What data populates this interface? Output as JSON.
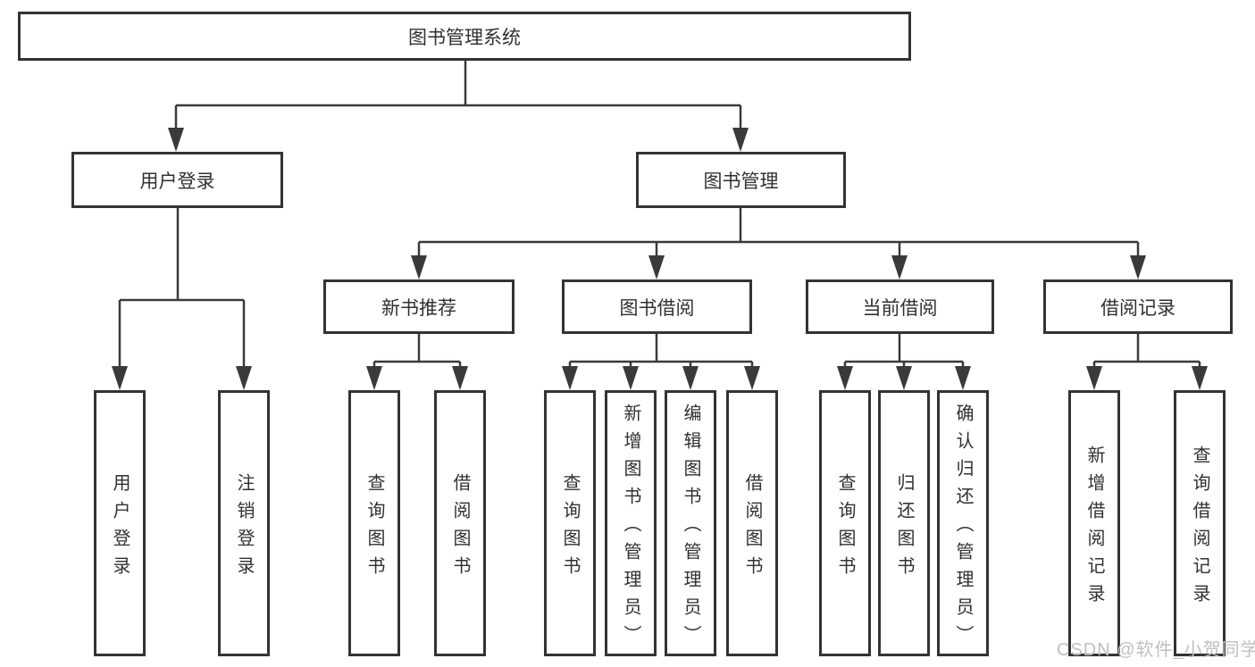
{
  "tree": {
    "root": {
      "label": "图书管理系统"
    },
    "branches": [
      {
        "label": "用户登录",
        "children": [
          {
            "label": "用户登录"
          },
          {
            "label": "注销登录"
          }
        ]
      },
      {
        "label": "图书管理",
        "children": [
          {
            "label": "新书推荐",
            "children": [
              {
                "label": "查询图书"
              },
              {
                "label": "借阅图书"
              }
            ]
          },
          {
            "label": "图书借阅",
            "children": [
              {
                "label": "查询图书"
              },
              {
                "label": "新增图书（管理员）"
              },
              {
                "label": "编辑图书（管理员）"
              },
              {
                "label": "借阅图书"
              }
            ]
          },
          {
            "label": "当前借阅",
            "children": [
              {
                "label": "查询图书"
              },
              {
                "label": "归还图书"
              },
              {
                "label": "确认归还（管理员）"
              }
            ]
          },
          {
            "label": "借阅记录",
            "children": [
              {
                "label": "新增借阅记录"
              },
              {
                "label": "查询借阅记录"
              }
            ]
          }
        ]
      }
    ]
  },
  "watermark": "CSDN @软件_小贺同学",
  "colors": {
    "line": "#3a3a3a",
    "box_border": "#333333",
    "text": "#303030",
    "watermark": "#c0c0c0",
    "background": "#ffffff"
  }
}
